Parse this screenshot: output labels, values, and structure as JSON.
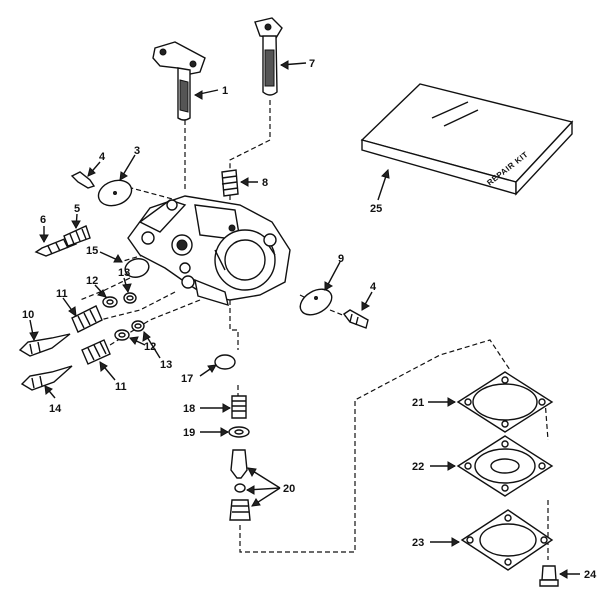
{
  "labels": {
    "l1": "1",
    "l3": "3",
    "l4a": "4",
    "l4b": "4",
    "l5": "5",
    "l6": "6",
    "l7": "7",
    "l8": "8",
    "l9": "9",
    "l10": "10",
    "l11a": "11",
    "l11b": "11",
    "l12a": "12",
    "l12b": "12",
    "l13a": "13",
    "l13b": "13",
    "l14": "14",
    "l15": "15",
    "l17": "17",
    "l18": "18",
    "l19": "19",
    "l20": "20",
    "l21": "21",
    "l22": "22",
    "l23": "23",
    "l24": "24",
    "l25": "25"
  },
  "repair_kit_text": "REPAIR KIT"
}
